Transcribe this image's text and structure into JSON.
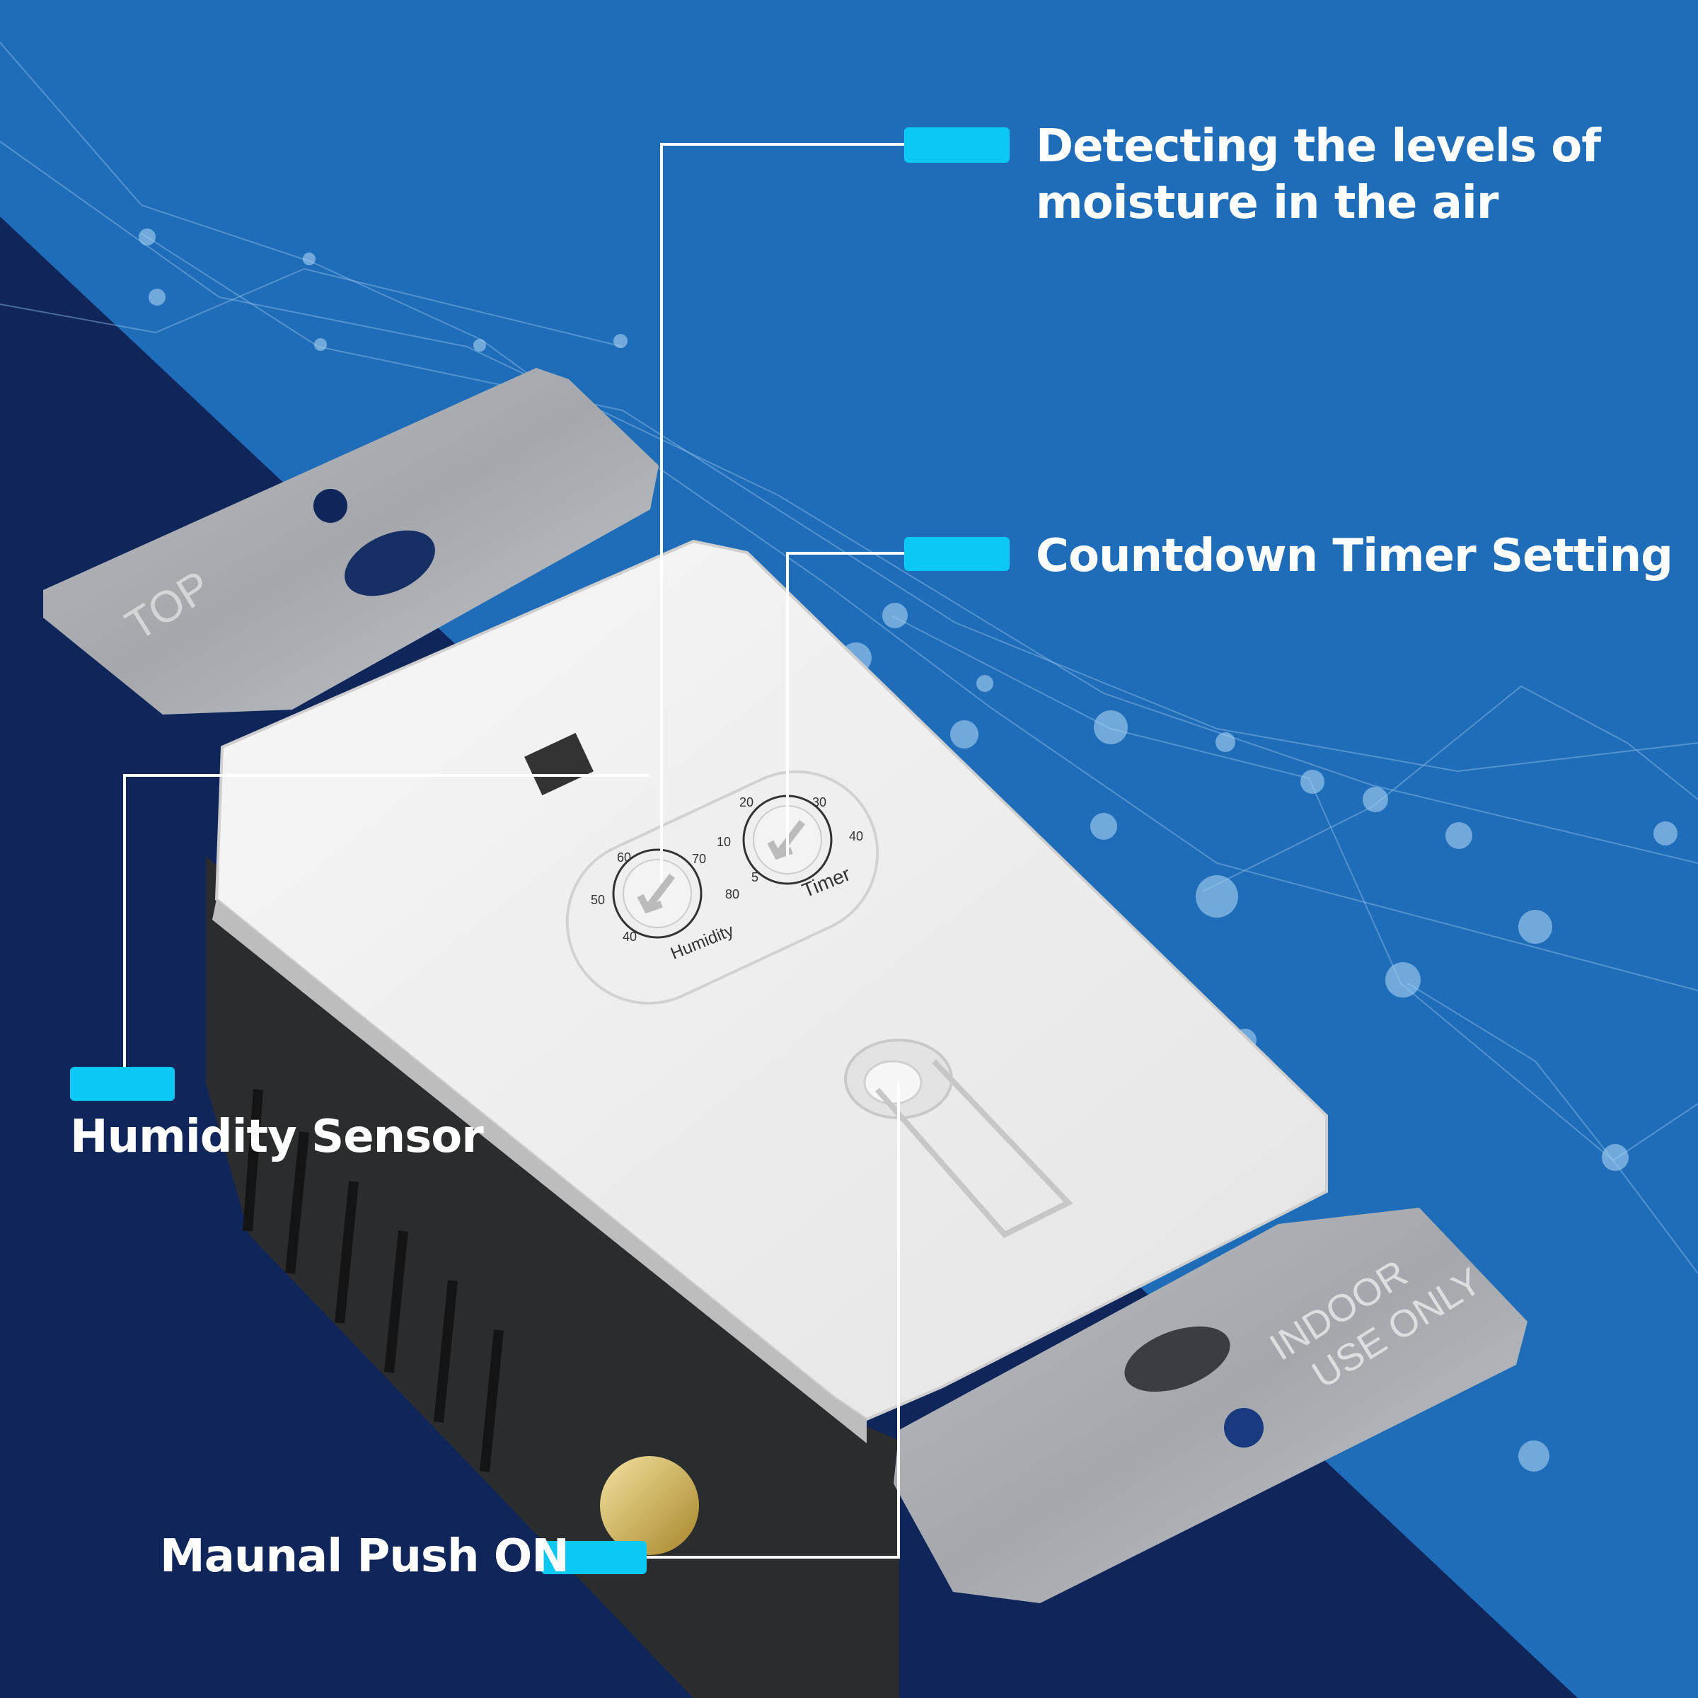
{
  "callouts": {
    "moisture": {
      "line1": "Detecting the levels of",
      "line2": "moisture in the air"
    },
    "timer": {
      "label": "Countdown Timer Setting"
    },
    "humidity_sensor": {
      "label": "Humidity Sensor"
    },
    "push_on": {
      "label": "Maunal Push ON"
    }
  },
  "device": {
    "top_plate_text": "TOP",
    "bottom_plate_text": {
      "line1": "INDOOR",
      "line2": "USE ONLY"
    },
    "humidity_dial": {
      "label": "Humidity",
      "ticks": [
        "40",
        "50",
        "60",
        "70",
        "80"
      ]
    },
    "timer_dial": {
      "label": "Timer",
      "ticks": [
        "5",
        "10",
        "20",
        "30",
        "40"
      ]
    }
  },
  "colors": {
    "background": "#1f6cb8",
    "dark_band": "#10265a",
    "accent": "#0bc8f5"
  }
}
